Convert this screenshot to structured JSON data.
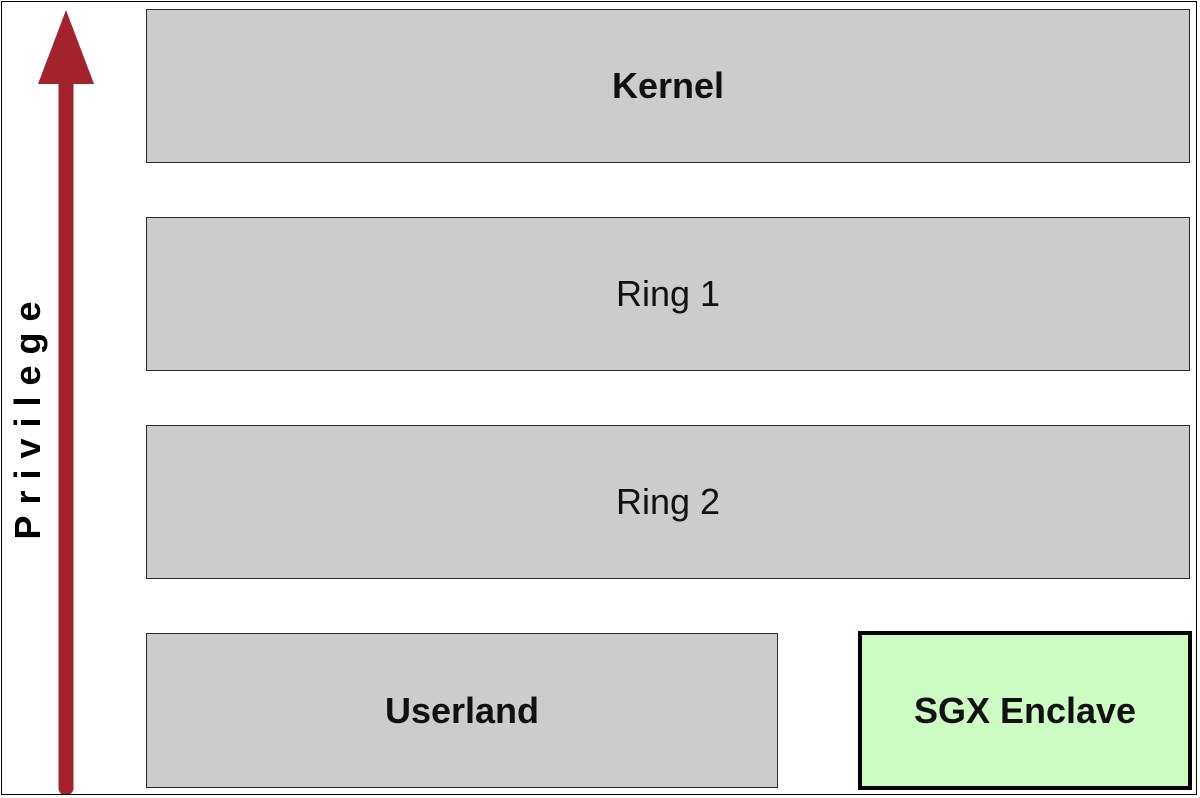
{
  "axis": {
    "label": "Privilege",
    "arrow_color": "#a3232c"
  },
  "layers": {
    "kernel": "Kernel",
    "ring1": "Ring 1",
    "ring2": "Ring 2",
    "userland": "Userland",
    "enclave": "SGX Enclave"
  },
  "colors": {
    "layer_fill": "#cccccc",
    "enclave_fill": "#ccfbc3"
  }
}
